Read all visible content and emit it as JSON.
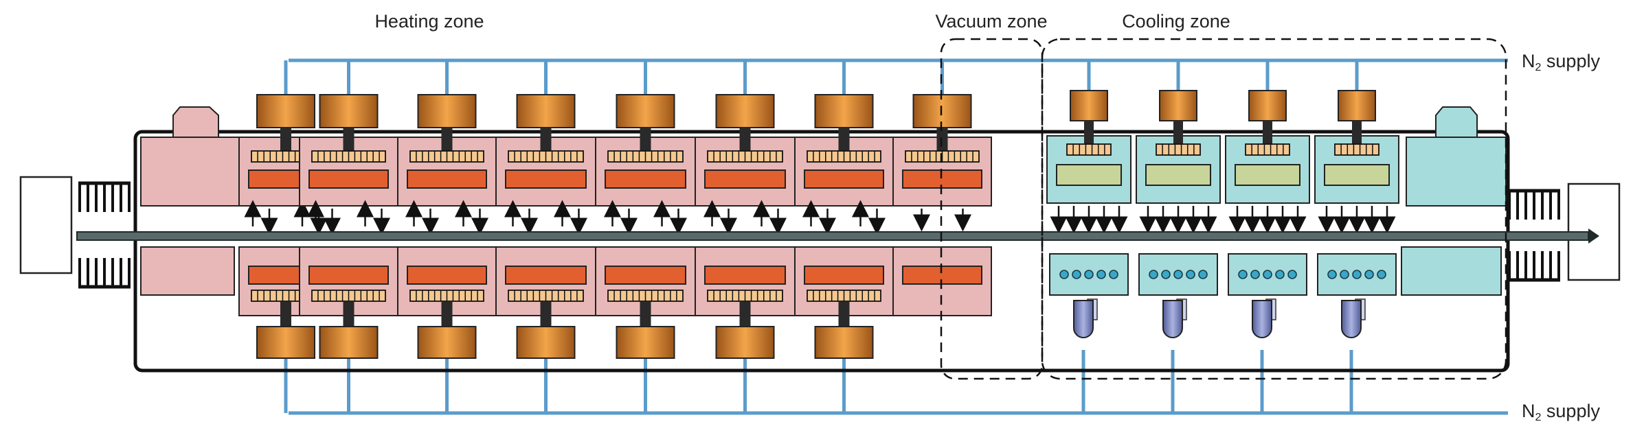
{
  "labels": {
    "heating_zone": "Heating zone",
    "vacuum_zone": "Vacuum zone",
    "cooling_zone": "Cooling zone",
    "supply_top_prefix": "N",
    "supply_top_sub": "2",
    "supply_top_suffix": " supply",
    "supply_bottom_prefix": "N",
    "supply_bottom_sub": "2",
    "supply_bottom_suffix": " supply"
  },
  "counts": {
    "heating_chambers": 7,
    "vacuum_chambers": 1,
    "cooling_chambers": 4
  },
  "colors": {
    "pipe": "#5b9ccb",
    "furnace_outline": "#111111",
    "heating_chamber": "#e8b8b8",
    "cooling_chamber": "#a7dcdc",
    "heater_element": "#e2602f",
    "heater_grid": "#f4c890",
    "cooler_plate": "#c7d59a",
    "fan_motor": "#e8963a",
    "shaft": "#2a2a2a",
    "conveyor": "#5a6a6a",
    "nozzle_pump": "#7b86c0",
    "nozzle_dots": "#3aa7c7"
  }
}
